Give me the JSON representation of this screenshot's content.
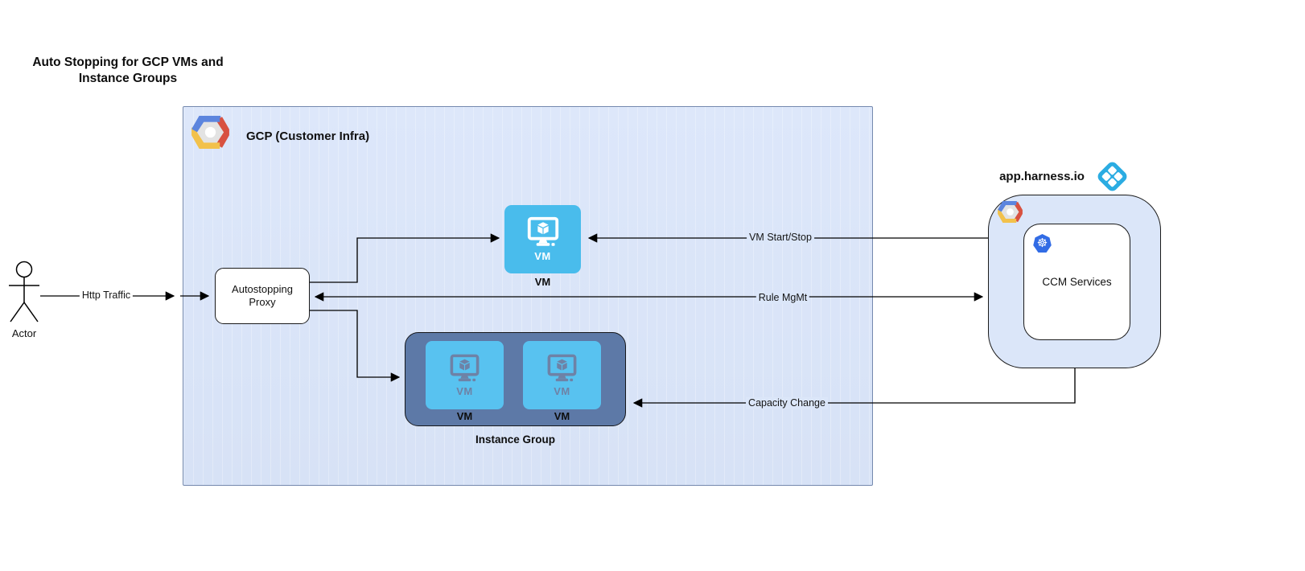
{
  "diagram": {
    "title": "Auto Stopping for GCP VMs and Instance Groups"
  },
  "actor": {
    "label": "Actor"
  },
  "gcp": {
    "label": "GCP (Customer Infra)",
    "proxy": {
      "label": "Autostopping Proxy"
    },
    "vm": {
      "icon_text": "VM",
      "label": "VM"
    },
    "instance_group": {
      "label": "Instance Group",
      "members": [
        {
          "icon_text": "VM",
          "label": "VM"
        },
        {
          "icon_text": "VM",
          "label": "VM"
        }
      ]
    }
  },
  "harness": {
    "label": "app.harness.io",
    "ccm": {
      "label": "CCM Services"
    }
  },
  "edges": {
    "http_traffic": "Http Traffic",
    "vm_start_stop": "VM Start/Stop",
    "rule_mgmt": "Rule MgMt",
    "capacity_change": "Capacity Change"
  },
  "icons": {
    "kubernetes": "☸",
    "gcp_logo": "gcp-hexagon",
    "harness_logo": "harness-diamond",
    "vm": "monitor-with-cube",
    "actor": "stick-figure"
  },
  "colors": {
    "gcp_box_fill": "#dbe6f9",
    "gcp_box_border": "#7589ae",
    "vm_fill": "#49bcec",
    "instance_group_fill": "#5d79a7",
    "tile_fill": "#58c2f0",
    "tile_icon": "#6e82a6",
    "harness_blue": "#2bace2",
    "kubernetes_blue": "#326ce5",
    "connector": "#000000"
  }
}
